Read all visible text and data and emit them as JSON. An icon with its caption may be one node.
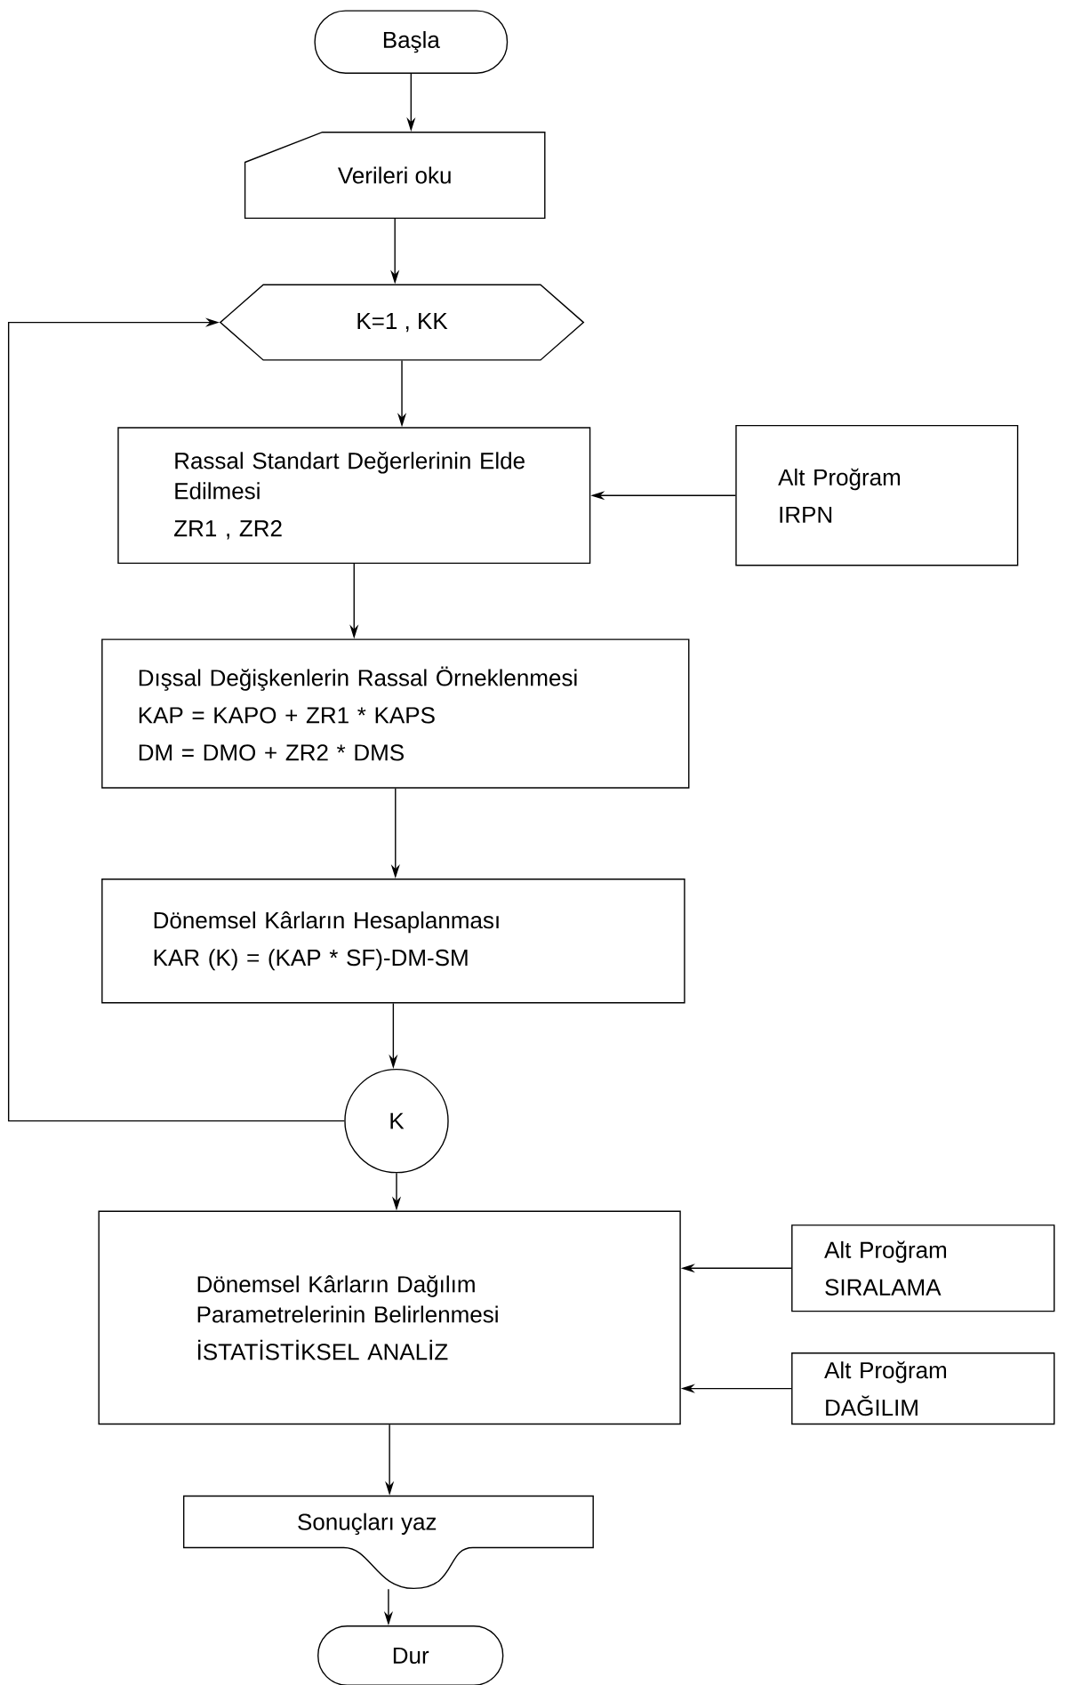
{
  "diagram": {
    "nodes": [
      {
        "text": [
          "Başla"
        ]
      },
      {
        "text": [
          "Verileri oku"
        ]
      },
      {
        "text": [
          "K=1 , KK"
        ]
      },
      {
        "text": [
          "Rassal Standart Değerlerinin Elde Edilmesi",
          "ZR1 , ZR2"
        ]
      },
      {
        "text": [
          "Alt Proğram",
          "IRPN"
        ]
      },
      {
        "text": [
          "Dışsal Değişkenlerin Rassal Örneklenmesi",
          "KAP = KAPO + ZR1 * KAPS",
          "DM = DMO + ZR2 * DMS"
        ]
      },
      {
        "text": [
          "Dönemsel Kârların Hesaplanması",
          "KAR (K) = (KAP * SF)-DM-SM"
        ]
      },
      {
        "text": [
          "K"
        ]
      },
      {
        "text": [
          "Dönemsel Kârların Dağılım Parametrelerinin Belirlenmesi",
          "İSTATİSTİKSEL ANALİZ"
        ]
      },
      {
        "text": [
          "Alt Proğram",
          "SIRALAMA"
        ]
      },
      {
        "text": [
          "Alt Proğram",
          "DAĞILIM"
        ]
      },
      {
        "text": [
          "Sonuçları yaz"
        ]
      },
      {
        "text": [
          "Dur"
        ]
      }
    ],
    "edges": [
      {
        "from": 0,
        "to": 1,
        "arrow": "to"
      },
      {
        "from": 1,
        "to": 2,
        "arrow": "to"
      },
      {
        "from": 2,
        "to": 3,
        "arrow": "to"
      },
      {
        "from": 4,
        "to": 3,
        "arrow": "to"
      },
      {
        "from": 3,
        "to": 5,
        "arrow": "to"
      },
      {
        "from": 5,
        "to": 6,
        "arrow": "to"
      },
      {
        "from": 6,
        "to": 7,
        "arrow": "to"
      },
      {
        "from": 7,
        "to": 2,
        "arrow": "to"
      },
      {
        "from": 7,
        "to": 8,
        "arrow": "to"
      },
      {
        "from": 9,
        "to": 8,
        "arrow": "to"
      },
      {
        "from": 10,
        "to": 8,
        "arrow": "to"
      },
      {
        "from": 8,
        "to": 11,
        "arrow": "to"
      },
      {
        "from": 11,
        "to": 12,
        "arrow": "to"
      }
    ]
  }
}
